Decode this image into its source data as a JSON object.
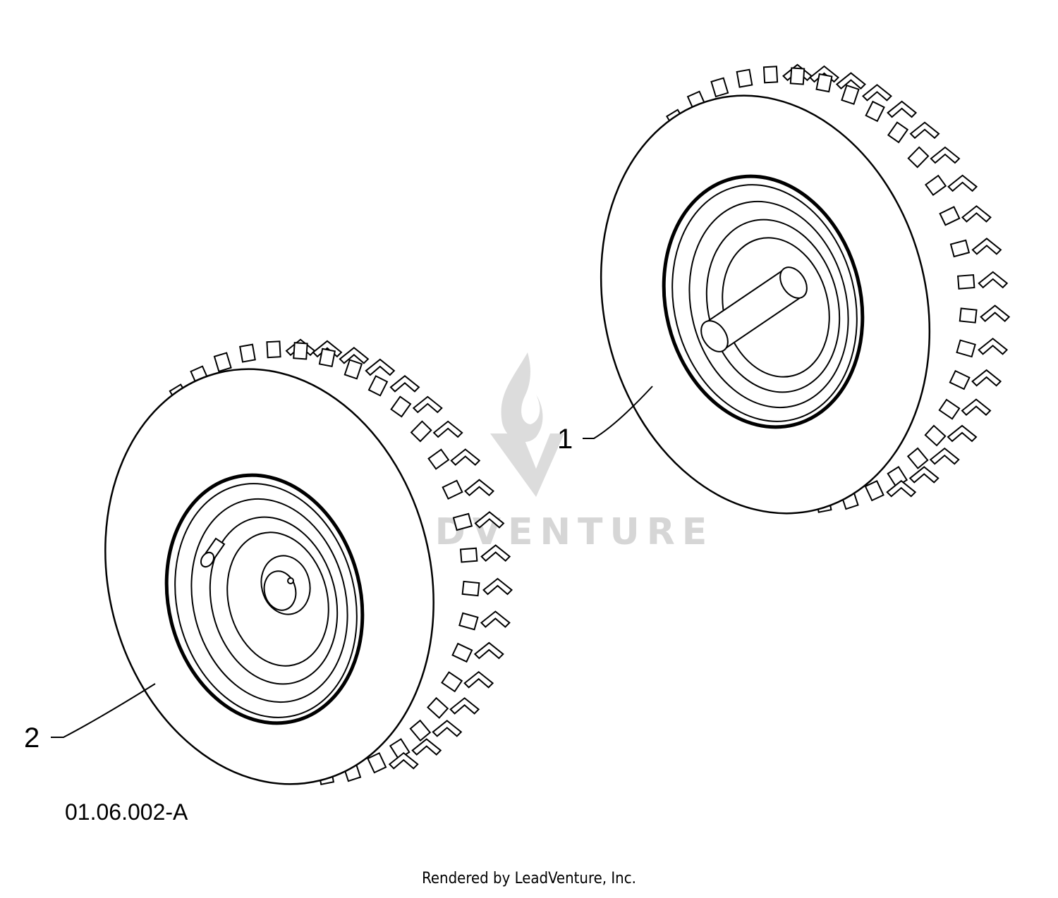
{
  "diagram": {
    "figure_id": "01.06.002-A",
    "parts": [
      {
        "label": "1",
        "name": "wheel-assembly-with-axle"
      },
      {
        "label": "2",
        "name": "wheel-assembly-with-hub"
      }
    ]
  },
  "watermark": {
    "text": "LEADVENTURE",
    "color": "#d6d6d6"
  },
  "footer": {
    "credit": "Rendered by LeadVenture, Inc."
  }
}
